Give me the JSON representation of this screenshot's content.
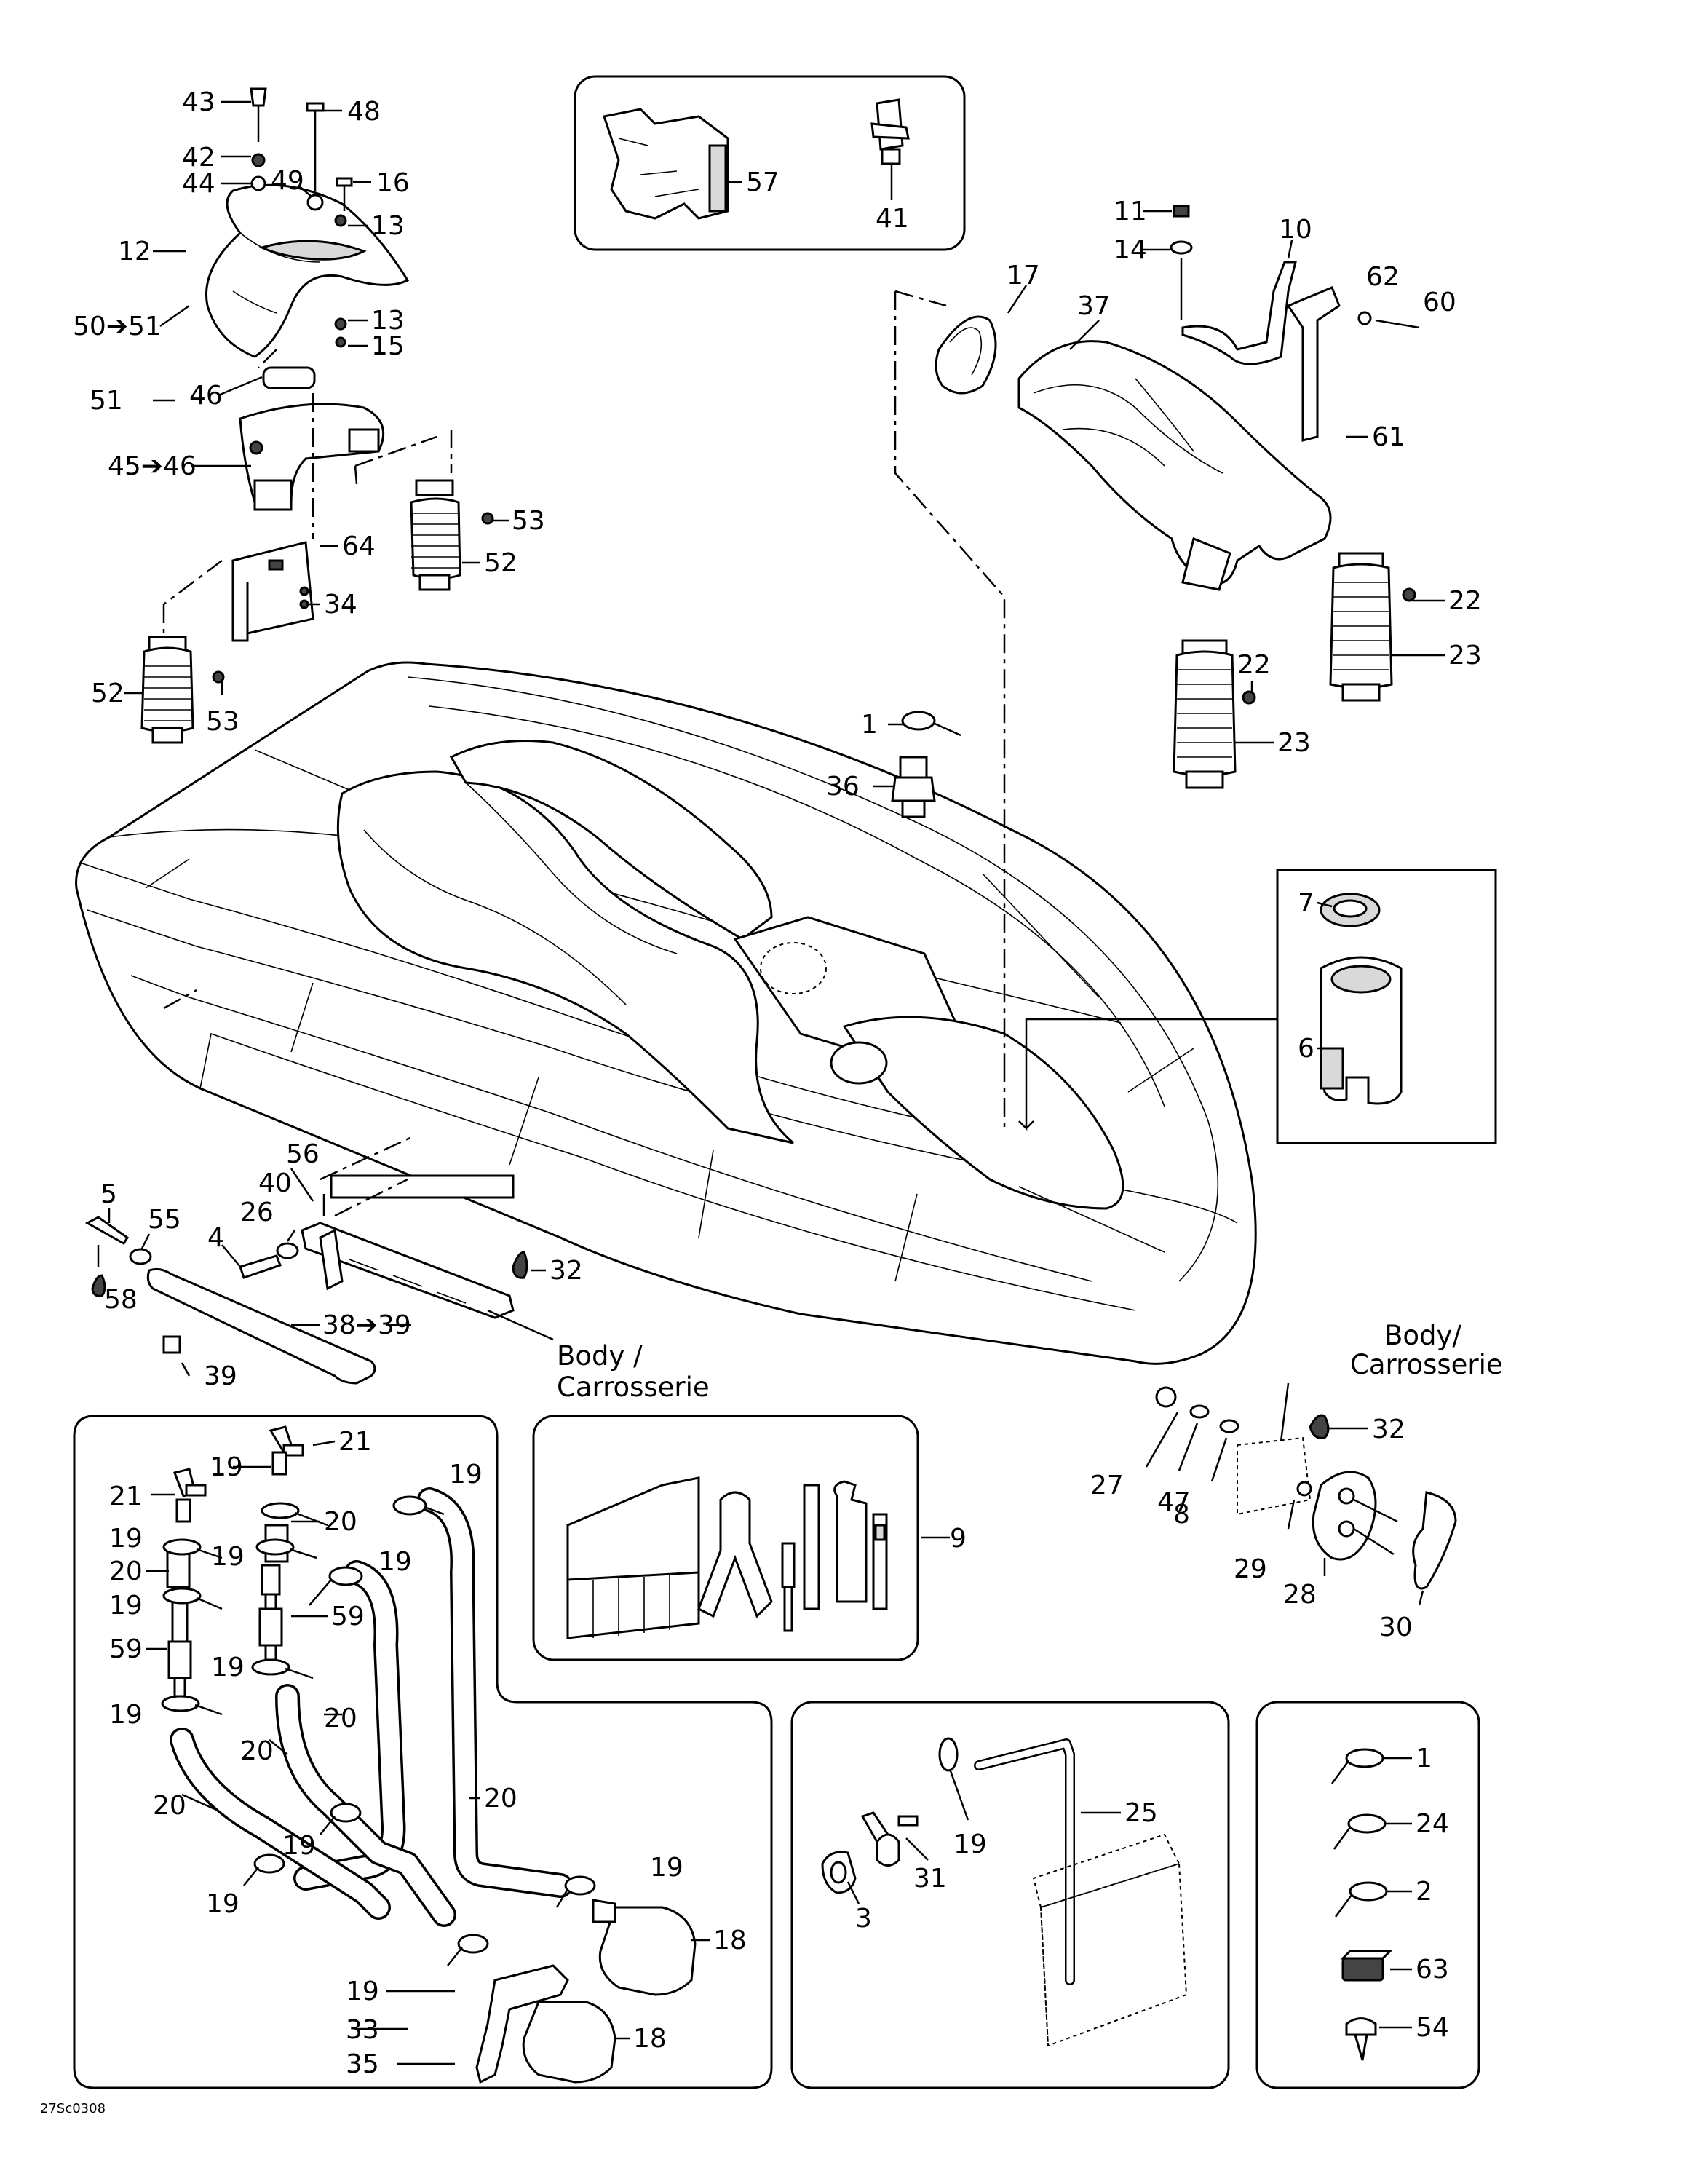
{
  "diagram_code": "27Sc0308",
  "body_label_1": "Body /",
  "body_label_2": "Carrosserie",
  "body_label_b1": "Body/",
  "body_label_b2": "Carrosserie",
  "labels": {
    "p1": "1",
    "p2": "2",
    "p3": "3",
    "p4": "4",
    "p5": "5",
    "p6": "6",
    "p7": "7",
    "p8": "8",
    "p9": "9",
    "p10": "10",
    "p11": "11",
    "p12": "12",
    "p13a": "13",
    "p13b": "13",
    "p14": "14",
    "p15": "15",
    "p16": "16",
    "p17": "17",
    "p18a": "18",
    "p18b": "18",
    "p19a": "19",
    "p19b": "19",
    "p19c": "19",
    "p19d": "19",
    "p19e": "19",
    "p19f": "19",
    "p19g": "19",
    "p19h": "19",
    "p19i": "19",
    "p19j": "19",
    "p19k": "19",
    "p19l": "19",
    "p19m": "19",
    "p20a": "20",
    "p20b": "20",
    "p20c": "20",
    "p20d": "20",
    "p20e": "20",
    "p20f": "20",
    "p21a": "21",
    "p21b": "21",
    "p22a": "22",
    "p22b": "22",
    "p23a": "23",
    "p23b": "23",
    "p24": "24",
    "p25": "25",
    "p26": "26",
    "p27": "27",
    "p28": "28",
    "p29": "29",
    "p30": "30",
    "p31": "31",
    "p32a": "32",
    "p32b": "32",
    "p33": "33",
    "p34": "34",
    "p35": "35",
    "p36": "36",
    "p37": "37",
    "p38": "38➔39",
    "p39": "39",
    "p40": "40",
    "p41": "41",
    "p42": "42",
    "p43": "43",
    "p44": "44",
    "p45": "45➔46",
    "p46": "46",
    "p47": "47",
    "p48": "48",
    "p49": "49",
    "p50": "50➔51",
    "p51": "51",
    "p52a": "52",
    "p52b": "52",
    "p53a": "53",
    "p53b": "53",
    "p54": "54",
    "p55": "55",
    "p56": "56",
    "p57": "57",
    "p58": "58",
    "p59a": "59",
    "p59b": "59",
    "p60": "60",
    "p61": "61",
    "p62": "62",
    "p63": "63",
    "p64": "64"
  }
}
